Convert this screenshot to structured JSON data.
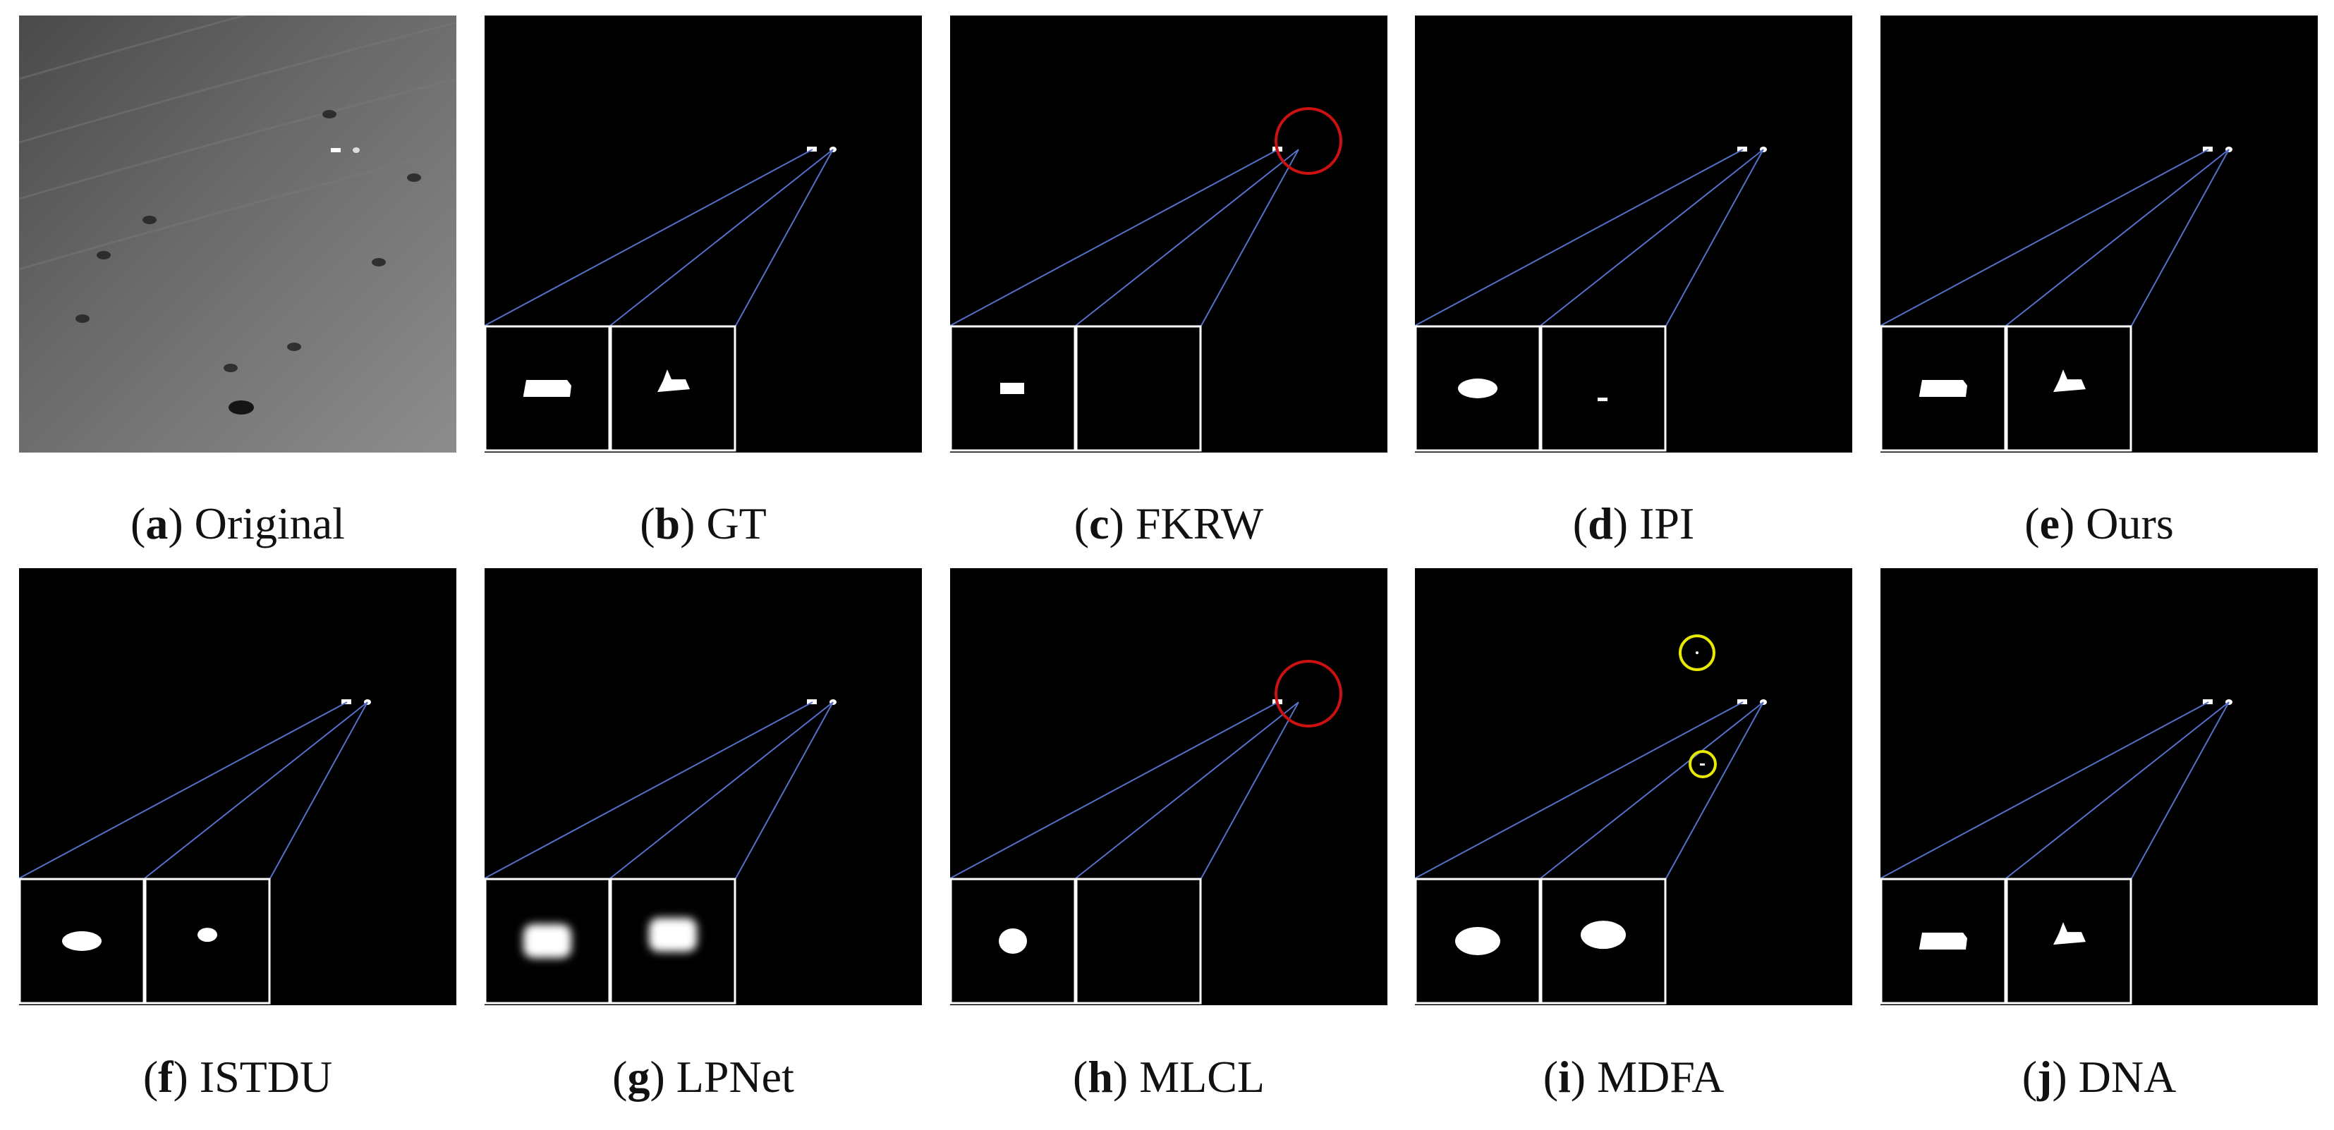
{
  "figure": {
    "panels": [
      {
        "key": "a",
        "label": "Original",
        "kind": "original"
      },
      {
        "key": "b",
        "label": "GT",
        "kind": "mask",
        "left_blob": "rect",
        "right_blob": "star",
        "right_spot": true,
        "mark": ""
      },
      {
        "key": "c",
        "label": "FKRW",
        "kind": "mask",
        "left_blob": "small-rect",
        "right_blob": "none",
        "right_spot": false,
        "mark": "red"
      },
      {
        "key": "d",
        "label": "IPI",
        "kind": "mask",
        "left_blob": "round",
        "right_blob": "dash",
        "right_spot": true,
        "mark": ""
      },
      {
        "key": "e",
        "label": "Ours",
        "kind": "mask",
        "left_blob": "rect",
        "right_blob": "star",
        "right_spot": true,
        "mark": ""
      },
      {
        "key": "f",
        "label": "ISTDU",
        "kind": "mask",
        "left_blob": "round",
        "right_blob": "dot",
        "right_spot": true,
        "mark": ""
      },
      {
        "key": "g",
        "label": "LPNet",
        "kind": "mask",
        "left_blob": "blur",
        "right_blob": "blur",
        "right_spot": true,
        "mark": ""
      },
      {
        "key": "h",
        "label": "MLCL",
        "kind": "mask",
        "left_blob": "disc",
        "right_blob": "none",
        "right_spot": false,
        "mark": "red"
      },
      {
        "key": "i",
        "label": "MDFA",
        "kind": "mask",
        "left_blob": "round-big",
        "right_blob": "round-big",
        "right_spot": true,
        "mark": "yellow"
      },
      {
        "key": "j",
        "label": "DNA",
        "kind": "mask",
        "left_blob": "rect",
        "right_blob": "star",
        "right_spot": true,
        "mark": ""
      }
    ],
    "colors": {
      "panel_bg": "#000000",
      "target": "#ffffff",
      "zoom_lines": "#5470c8",
      "red_mark": "#cc1111",
      "yellow_mark": "#e8e800"
    }
  }
}
